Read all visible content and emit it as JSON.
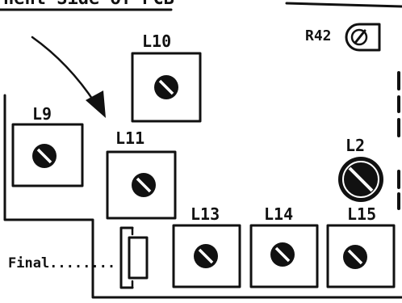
{
  "header_fragment": "nent Side of PCB",
  "labels": {
    "l10": "L10",
    "l9": "L9",
    "l11": "L11",
    "l13": "L13",
    "l14": "L14",
    "l15": "L15",
    "l2": "L2",
    "r42": "R42",
    "final": "Final........"
  },
  "colors": {
    "ink": "#111111",
    "paper": "#ffffff"
  }
}
